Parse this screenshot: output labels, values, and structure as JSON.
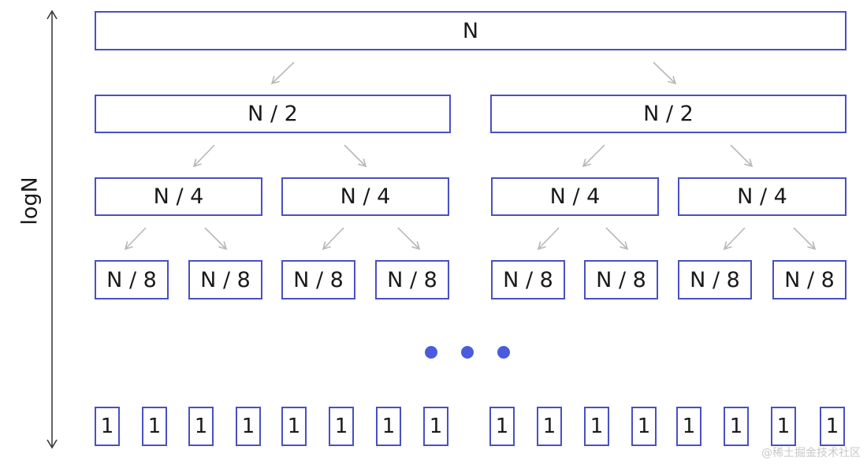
{
  "diagram": {
    "axis_label": "logN",
    "levels": [
      {
        "label": "N",
        "count": 1
      },
      {
        "label": "N / 2",
        "count": 2
      },
      {
        "label": "N / 4",
        "count": 4
      },
      {
        "label": "N / 8",
        "count": 8
      }
    ],
    "leaf": {
      "label": "1",
      "count": 16
    },
    "ellipsis_dots": 3,
    "watermark": "@稀土掘金技术社区"
  },
  "colors": {
    "box_border": "#4a4fc4",
    "arrow": "#b8b8b8",
    "dot": "#4a5be0",
    "axis": "#333333",
    "text": "#1a1a1a"
  }
}
